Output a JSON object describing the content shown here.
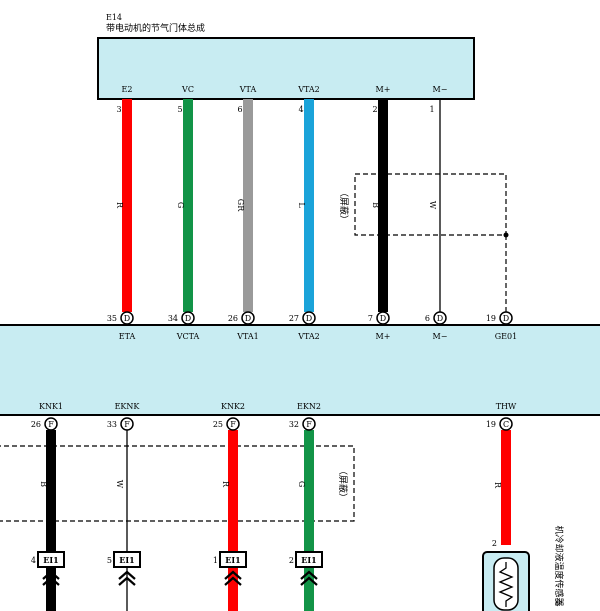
{
  "component": {
    "id": "E14",
    "name": "带电动机的节气门体总成"
  },
  "top_wires": [
    {
      "key": "e2",
      "pin_label": "E2",
      "pin_no": "3",
      "color_code": "R",
      "color": "#ff0000",
      "ecu_pin_no": "35",
      "ecu_conn": "D",
      "ecu_label": "ETA"
    },
    {
      "key": "vc",
      "pin_label": "VC",
      "pin_no": "5",
      "color_code": "G",
      "color": "#129447",
      "ecu_pin_no": "34",
      "ecu_conn": "D",
      "ecu_label": "VCTA"
    },
    {
      "key": "vta",
      "pin_label": "VTA",
      "pin_no": "6",
      "color_code": "GR",
      "color": "#9a9a9a",
      "ecu_pin_no": "26",
      "ecu_conn": "D",
      "ecu_label": "VTA1"
    },
    {
      "key": "vta2",
      "pin_label": "VTA2",
      "pin_no": "4",
      "color_code": "L",
      "color": "#1aa3d9",
      "ecu_pin_no": "27",
      "ecu_conn": "D",
      "ecu_label": "VTA2"
    },
    {
      "key": "mplus",
      "pin_label": "M+",
      "pin_no": "2",
      "color_code": "B",
      "color": "#000000",
      "ecu_pin_no": "7",
      "ecu_conn": "D",
      "ecu_label": "M+"
    },
    {
      "key": "mminus",
      "pin_label": "M−",
      "pin_no": "1",
      "color_code": "W",
      "color": "#ffffff",
      "ecu_pin_no": "6",
      "ecu_conn": "D",
      "ecu_label": "M−"
    }
  ],
  "ge01": {
    "ecu_pin_no": "19",
    "ecu_conn": "D",
    "ecu_label": "GE01"
  },
  "shield_label": "（屏蔽）",
  "bottom_wires": [
    {
      "key": "knk1",
      "ecu_label": "KNK1",
      "ecu_pin_no": "26",
      "ecu_conn": "F",
      "color_code": "B",
      "color": "#000000",
      "conn_pin_no": "4",
      "conn_label": "EI1"
    },
    {
      "key": "ekn",
      "ecu_label": "EKNK",
      "ecu_pin_no": "33",
      "ecu_conn": "F",
      "color_code": "W",
      "color": "#ffffff",
      "conn_pin_no": "5",
      "conn_label": "EI1"
    },
    {
      "key": "knk2",
      "ecu_label": "KNK2",
      "ecu_pin_no": "25",
      "ecu_conn": "F",
      "color_code": "R",
      "color": "#ff0000",
      "conn_pin_no": "1",
      "conn_label": "EI1"
    },
    {
      "key": "ekn2",
      "ecu_label": "EKN2",
      "ecu_pin_no": "32",
      "ecu_conn": "F",
      "color_code": "G",
      "color": "#129447",
      "conn_pin_no": "2",
      "conn_label": "EI1"
    }
  ],
  "thw": {
    "ecu_label": "THW",
    "ecu_pin_no": "19",
    "ecu_conn": "C",
    "color_code": "R",
    "color": "#ff0000",
    "sensor_pin_no": "2",
    "sensor_name": "机冷却液温度传感器",
    "sensor_prefix": "L"
  },
  "colors": {
    "ecu_fill": "#c8ecf2"
  }
}
